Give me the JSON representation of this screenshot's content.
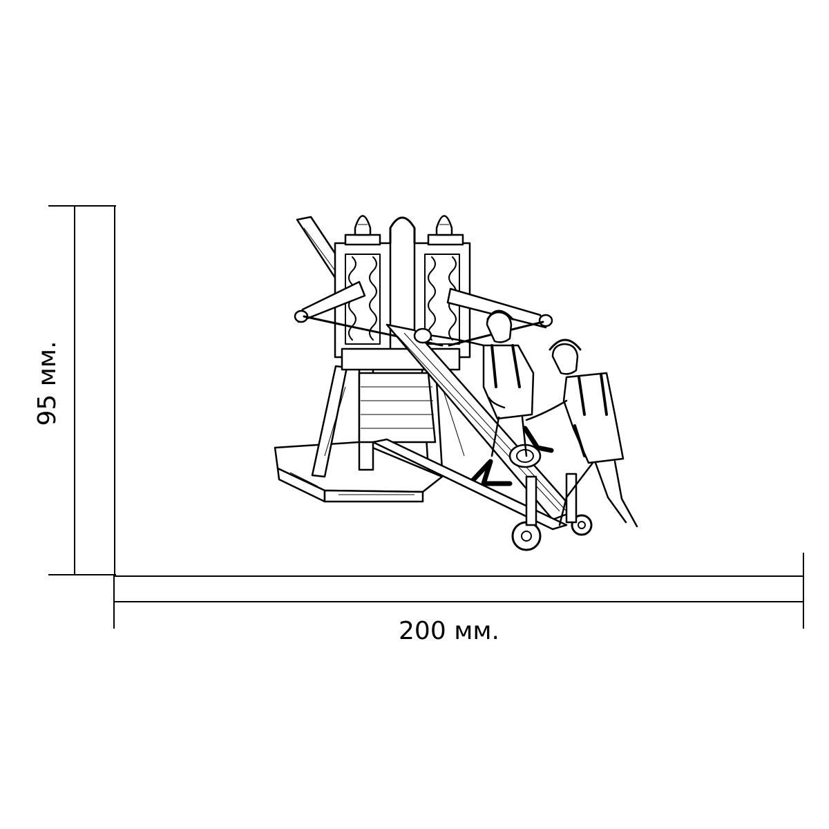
{
  "dimensions": {
    "height_label": "95 мм.",
    "width_label": "200 мм."
  },
  "drawing": {
    "subject": "ballista-with-two-soldiers-illustration",
    "colors": {
      "ink": "#000000",
      "paper": "#ffffff"
    }
  }
}
